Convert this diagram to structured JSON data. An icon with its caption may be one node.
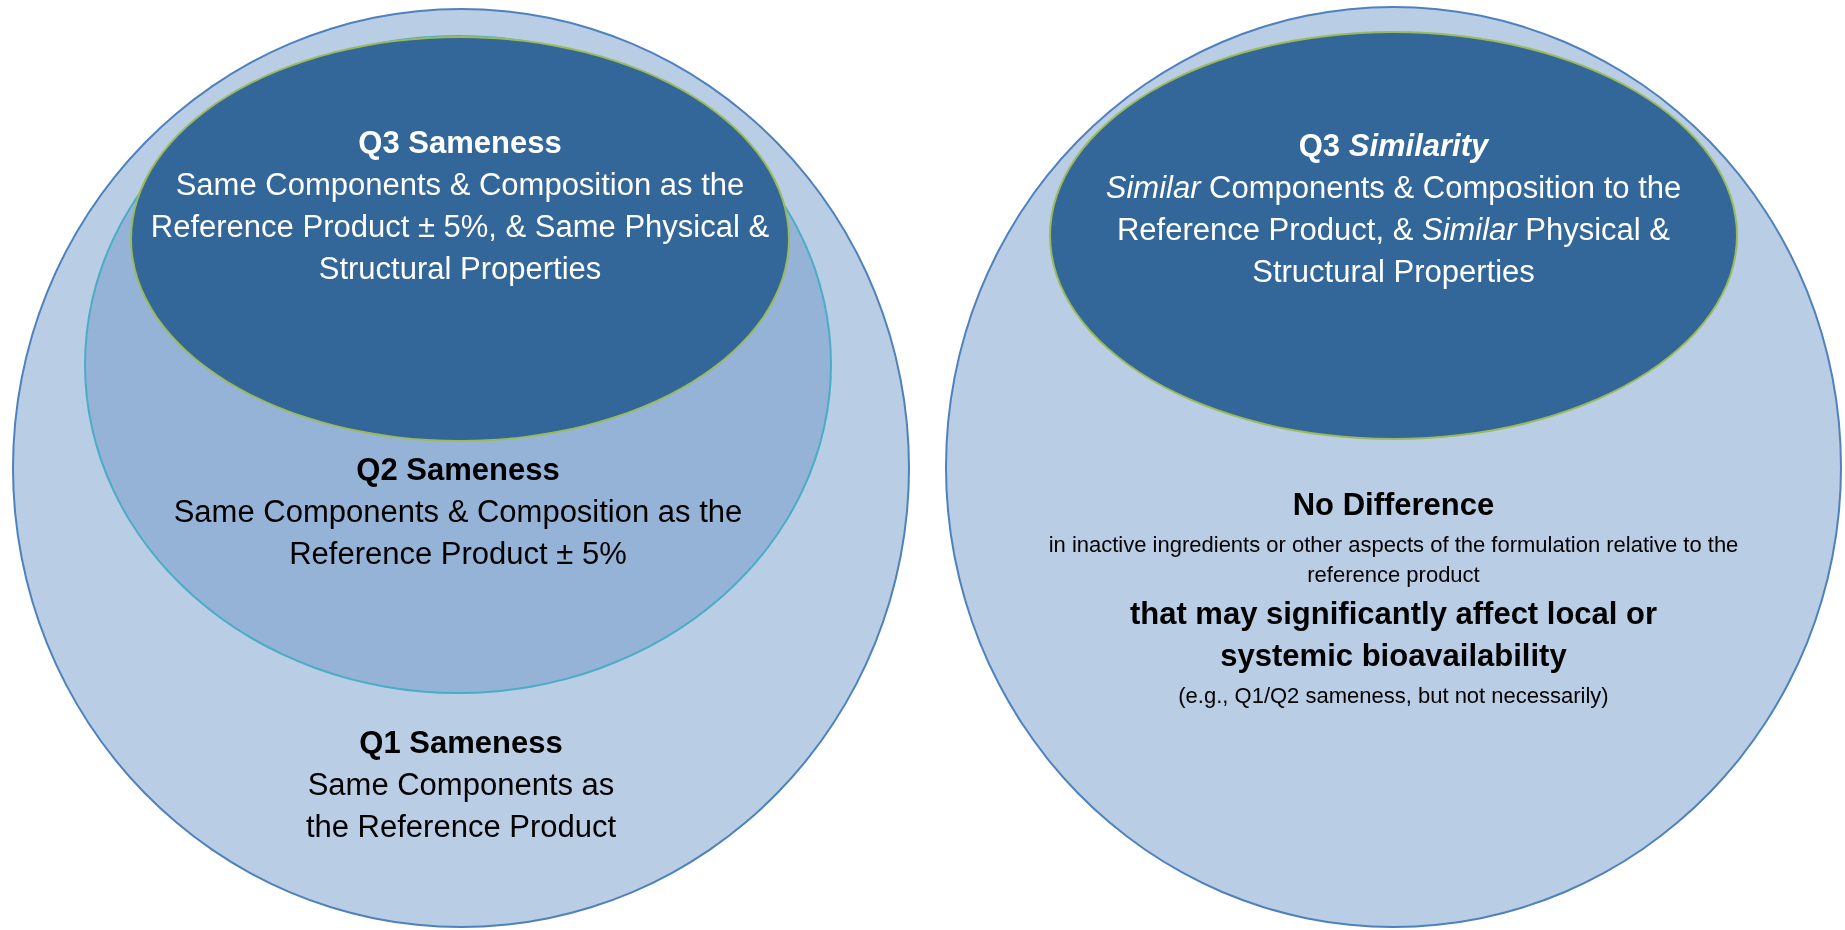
{
  "diagram": {
    "nodes": [
      {
        "text": [
          "Q1 Sameness",
          "Same Components as the Reference Product"
        ]
      },
      {
        "text": [
          "Q2 Sameness",
          "Same Components & Composition as the Reference Product ± 5%"
        ],
        "in": 0
      },
      {
        "text": [
          "Q3 Sameness",
          "Same Components & Composition as the Reference Product ± 5%, & Same Physical & Structural Properties"
        ],
        "in": 1
      },
      {
        "text": [
          "No Difference",
          "in inactive ingredients or other aspects of the formulation relative to the reference product",
          "that may significantly affect local or systemic bioavailability",
          "(e.g., Q1/Q2 sameness, but not necessarily)"
        ]
      },
      {
        "text": [
          "Q3 *Similarity*",
          "*Similar* Components & Composition to the Reference Product, & *Similar* Physical & Structural Properties"
        ],
        "in": 3
      }
    ],
    "edges": []
  }
}
